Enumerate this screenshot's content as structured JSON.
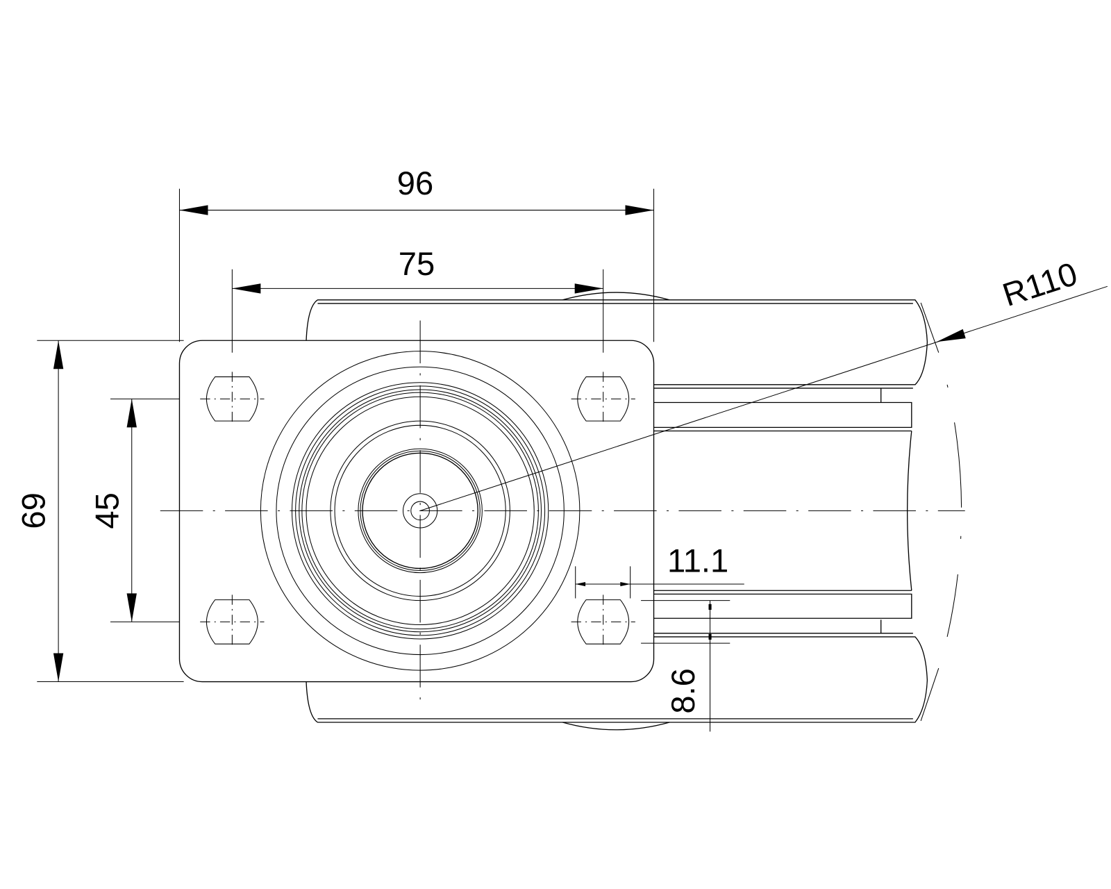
{
  "drawing": {
    "dimensions": {
      "plate_width": "96",
      "hole_spacing_x": "75",
      "plate_height": "69",
      "hole_spacing_y": "45",
      "offset_x": "11.1",
      "offset_y": "8.6",
      "wheel_radius": "R110"
    },
    "colors": {
      "line": "#000000",
      "background": "#ffffff"
    }
  }
}
